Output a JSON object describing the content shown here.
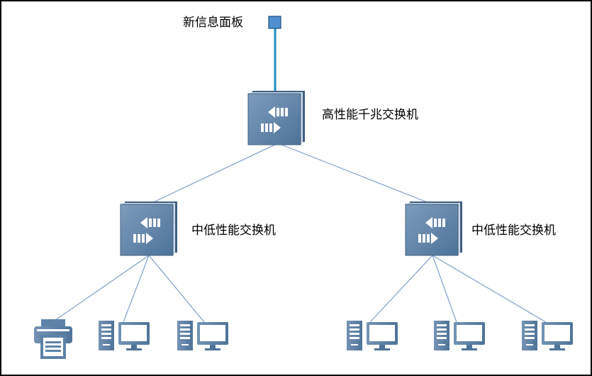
{
  "labels": {
    "panel": "新信息面板",
    "core_switch": "高性能千兆交换机",
    "access_switch_left": "中低性能交换机",
    "access_switch_right": "中低性能交换机"
  },
  "colors": {
    "link_line": "#7f9fc9",
    "panel_link": "#1b8fc4",
    "panel_fill": "#4f8fd0",
    "switch_front": "#5b80a6",
    "switch_dark": "#3f5f82",
    "device_body": "#5e83a8",
    "device_screen": "#ffffff"
  },
  "icons": {
    "panel": "info-panel-square-icon",
    "switch": "network-switch-icon",
    "printer": "printer-icon",
    "computer": "desktop-computer-icon"
  }
}
